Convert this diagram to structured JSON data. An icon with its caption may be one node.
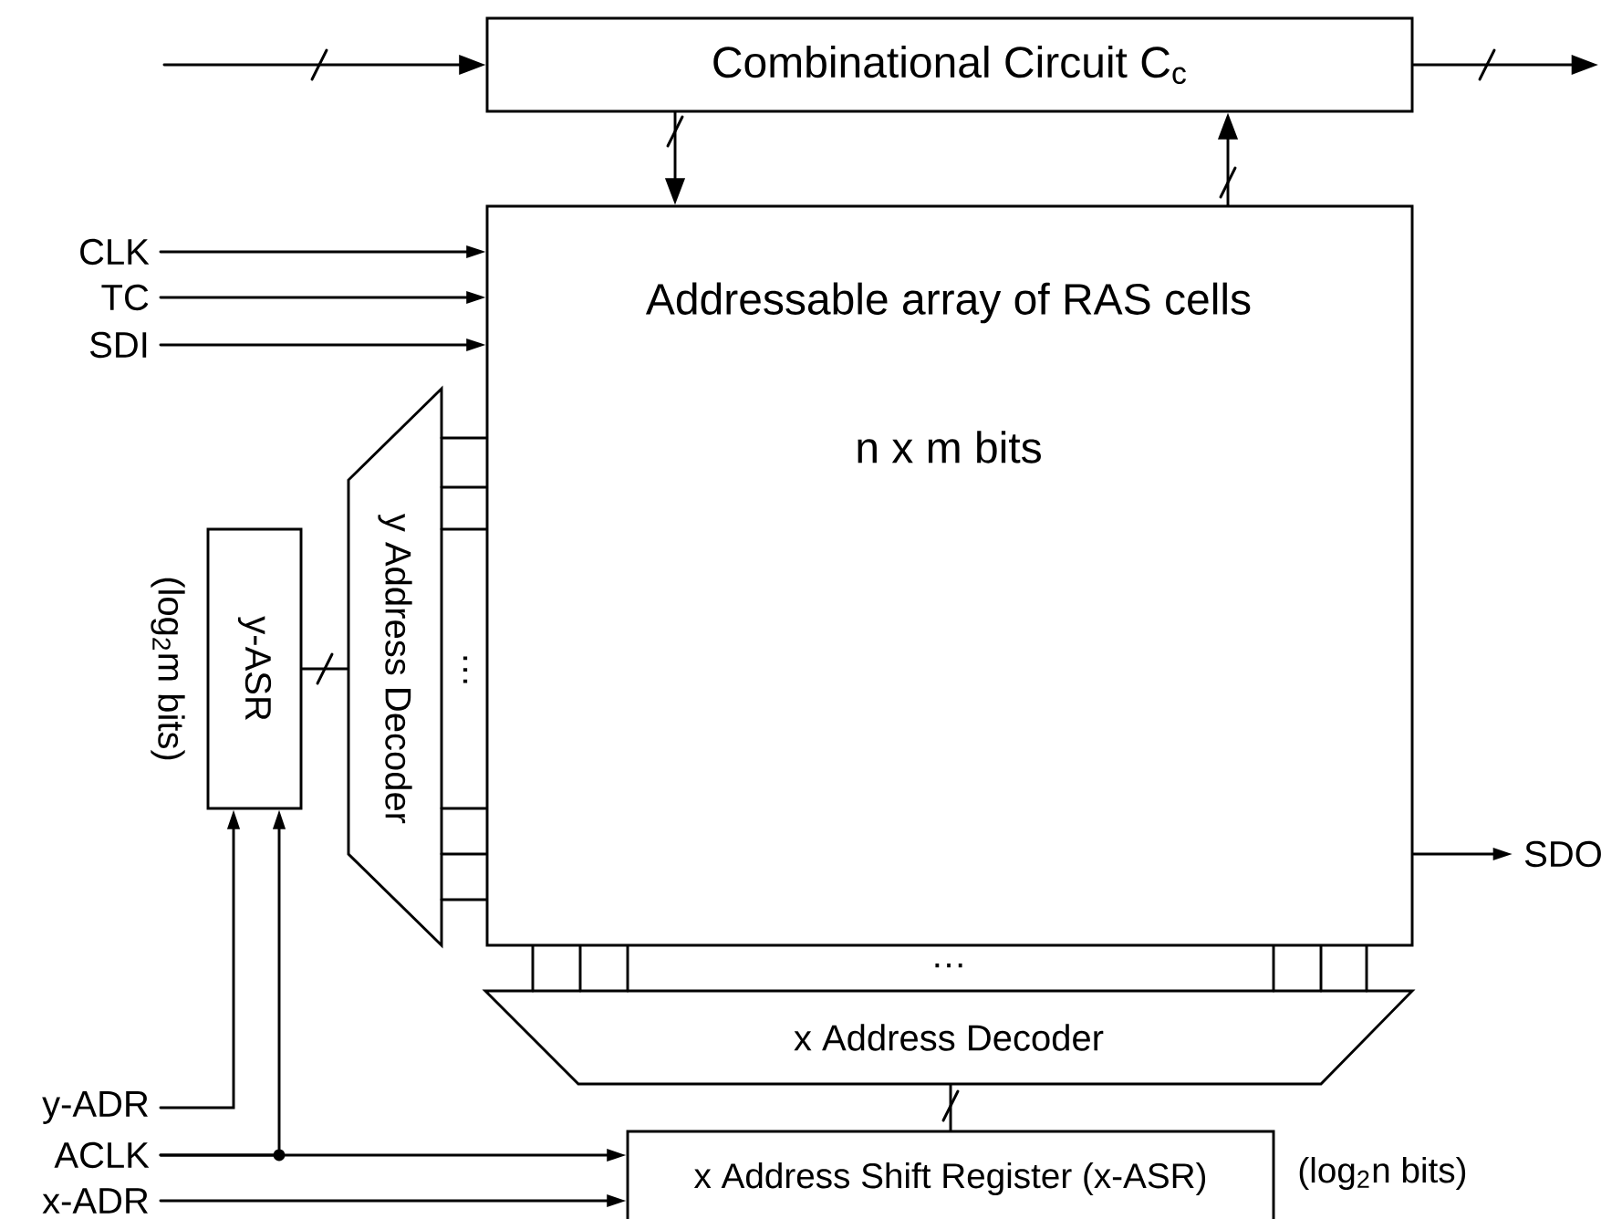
{
  "diagram": {
    "nodes": [
      {
        "text": [
          "Combinational Circuit C$_{c}$"
        ]
      },
      {
        "text": [
          "Addressable array of RAS cells",
          "n x m bits"
        ]
      },
      {
        "text": [
          "y Address Decoder"
        ]
      },
      {
        "text": [
          "y-ASR"
        ],
        "beside": [
          "(log$_{2}$m bits)"
        ]
      },
      {
        "text": [
          "x Address Decoder"
        ]
      },
      {
        "text": [
          "x Address Shift Register (x-ASR)"
        ],
        "beside": [
          "(log$_{2}$n bits)"
        ]
      },
      {
        "text": [
          "CLK"
        ]
      },
      {
        "text": [
          "TC"
        ]
      },
      {
        "text": [
          "SDI"
        ]
      },
      {
        "text": [
          "y-ADR"
        ]
      },
      {
        "text": [
          "ACLK"
        ]
      },
      {
        "text": [
          "x-ADR"
        ]
      },
      {
        "text": [
          "SDO"
        ]
      }
    ],
    "edges": [
      {
        "from": null,
        "to": 0,
        "arrow": "to"
      },
      {
        "from": 0,
        "to": null,
        "arrow": "to"
      },
      {
        "from": 0,
        "to": 1,
        "arrow": "to"
      },
      {
        "from": 1,
        "to": 0,
        "arrow": "to"
      },
      {
        "from": 6,
        "to": 1,
        "arrow": "to"
      },
      {
        "from": 7,
        "to": 1,
        "arrow": "to"
      },
      {
        "from": 8,
        "to": 1,
        "arrow": "to"
      },
      {
        "from": 3,
        "to": 2,
        "arrow": "none"
      },
      {
        "from": 9,
        "to": 3,
        "arrow": "to"
      },
      {
        "from": 10,
        "to": 3,
        "arrow": "to"
      },
      {
        "from": 10,
        "to": 5,
        "arrow": "to"
      },
      {
        "from": 11,
        "to": 5,
        "arrow": "to"
      },
      {
        "from": 5,
        "to": 4,
        "arrow": "none"
      },
      {
        "from": 1,
        "to": 12,
        "arrow": "to"
      },
      {
        "from": 2,
        "to": 1,
        "arrow": "none"
      },
      {
        "from": 2,
        "to": 1,
        "arrow": "none"
      },
      {
        "from": 2,
        "to": 1,
        "arrow": "none"
      },
      {
        "from": 2,
        "to": 1,
        "arrow": "none"
      },
      {
        "from": 2,
        "to": 1,
        "arrow": "none"
      },
      {
        "from": 2,
        "to": 1,
        "arrow": "none"
      },
      {
        "from": 4,
        "to": 1,
        "arrow": "none"
      },
      {
        "from": 4,
        "to": 1,
        "arrow": "none"
      },
      {
        "from": 4,
        "to": 1,
        "arrow": "none"
      },
      {
        "from": 4,
        "to": 1,
        "arrow": "none"
      },
      {
        "from": 4,
        "to": 1,
        "arrow": "none"
      },
      {
        "from": 4,
        "to": 1,
        "arrow": "none"
      }
    ],
    "labels": [
      "…",
      "…"
    ]
  }
}
